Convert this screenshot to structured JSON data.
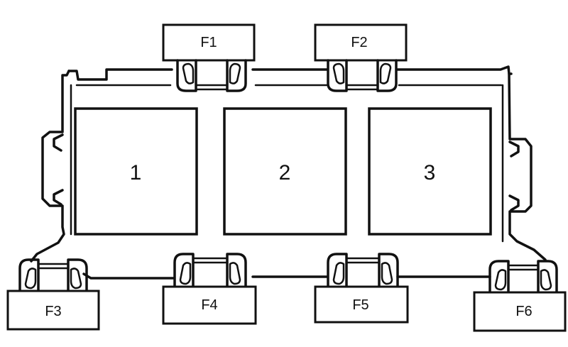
{
  "relays": [
    {
      "id": "relay-1",
      "label": "1"
    },
    {
      "id": "relay-2",
      "label": "2"
    },
    {
      "id": "relay-3",
      "label": "3"
    }
  ],
  "fuses": [
    {
      "id": "fuse-f1",
      "label": "F1"
    },
    {
      "id": "fuse-f2",
      "label": "F2"
    },
    {
      "id": "fuse-f3",
      "label": "F3"
    },
    {
      "id": "fuse-f4",
      "label": "F4"
    },
    {
      "id": "fuse-f5",
      "label": "F5"
    },
    {
      "id": "fuse-f6",
      "label": "F6"
    }
  ]
}
